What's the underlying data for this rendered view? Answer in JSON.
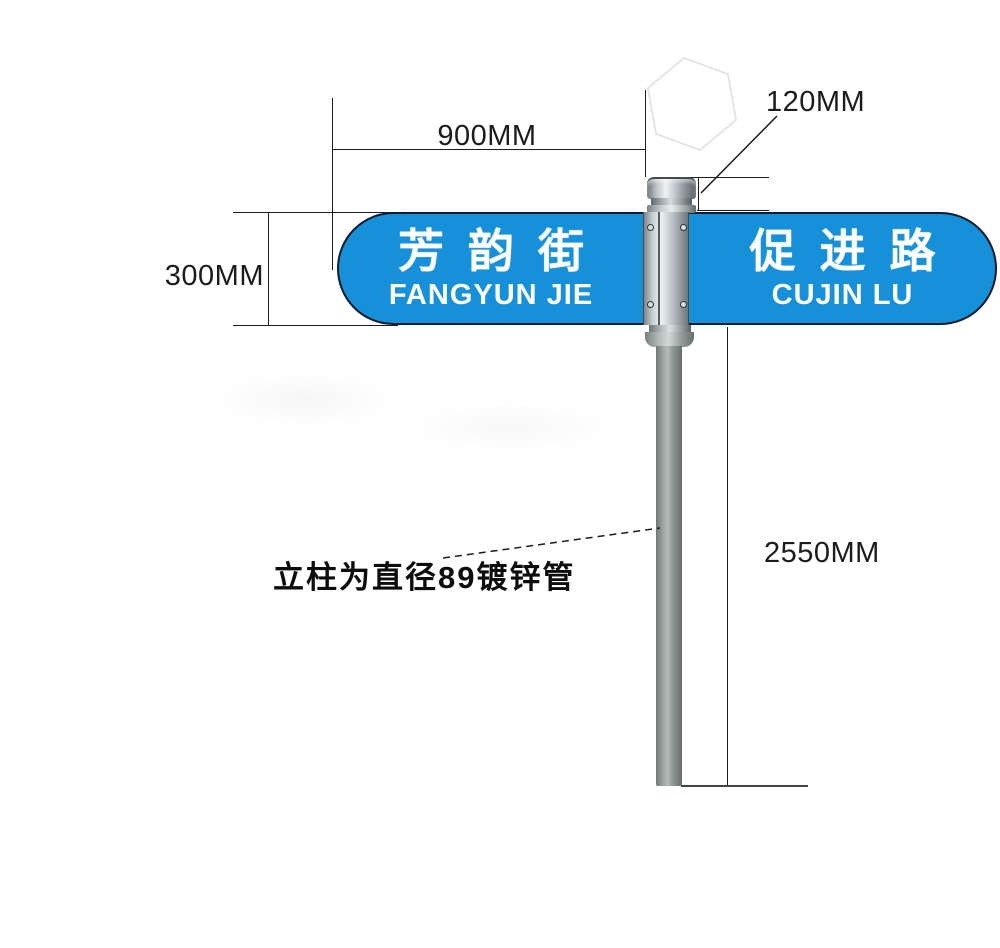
{
  "sign": {
    "left": {
      "cn": "芳韵街",
      "pinyin": "FANGYUN JIE"
    },
    "right": {
      "cn": "促进路",
      "pinyin": "CUJIN LU"
    },
    "panel_color": "#1790da",
    "text_color": "#ffffff"
  },
  "dimensions": {
    "panel_width": "900MM",
    "cap_size": "120MM",
    "panel_height": "300MM",
    "pole_height": "2550MM"
  },
  "annotation": {
    "pole_note": "立柱为直径89镀锌管"
  },
  "colors": {
    "dimension_line": "#1c1c1c",
    "ground_line": "#3f4547",
    "metal_light": "#edf1f1",
    "metal_dark": "#6d7579",
    "hexagon_outline": "#e4e6e6"
  }
}
